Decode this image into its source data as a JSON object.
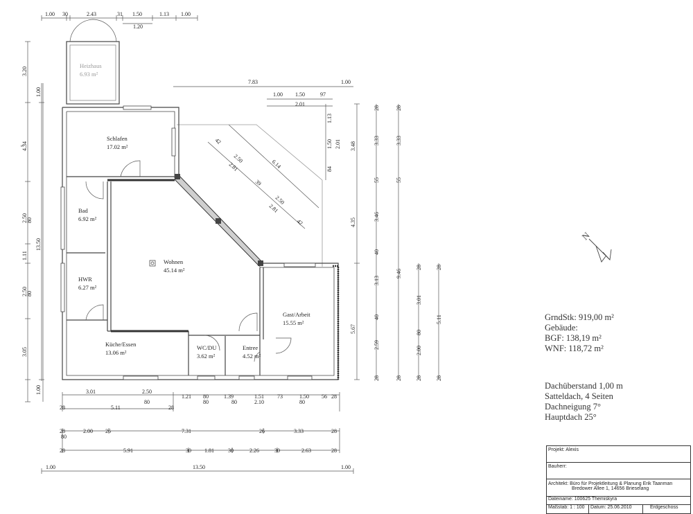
{
  "dims": {
    "top_row": [
      "1.00",
      "30",
      "2.43",
      "31",
      "1.50",
      "1.13",
      "1.00"
    ],
    "top_sub": "1.20",
    "left_outer": [
      "3.20",
      "4.34",
      "2.50",
      "1.11",
      "2.50",
      "3.05",
      "1.00"
    ],
    "left_outer_sup": "5",
    "left_total": "13.50",
    "left_inner": [
      "1.00",
      "80",
      "80"
    ],
    "bottom_row1": [
      "3.01",
      "2.50",
      "1.21",
      "80",
      "1.39",
      "1.51",
      "73",
      "1.50",
      "56"
    ],
    "bottom_row1_sub": [
      "80",
      "80",
      "80",
      "2.10",
      "80",
      "28"
    ],
    "bottom_row2": [
      "28",
      "5.11",
      "28"
    ],
    "bottom_row3": [
      "28",
      "2.00",
      "26",
      "7.31",
      "26",
      "3.33",
      "28",
      "80"
    ],
    "bottom_row4": [
      "28",
      "5.91",
      "30",
      "1.81",
      "30",
      "2.26",
      "30",
      "2.63",
      "28"
    ],
    "bottom_total": [
      "1.00",
      "13.50",
      "1.00"
    ],
    "diag_top": [
      "7.83",
      "1.00",
      "1.00",
      "1.50",
      "97",
      "2.01"
    ],
    "diag_inner": [
      "1.13",
      "1.50",
      "2.01",
      "84"
    ],
    "diag_labels": [
      "6.14",
      "2.50",
      "2.81",
      "2.50",
      "2.81",
      "42",
      "42",
      "39"
    ],
    "right_a": [
      "3.48",
      "4.35",
      "5.67"
    ],
    "right_b": [
      "28",
      "3.33",
      "55",
      "3.46",
      "40",
      "3.13",
      "40",
      "2.59",
      "28"
    ],
    "right_c": [
      "28",
      "3.33",
      "55",
      "9.46",
      "28"
    ],
    "right_d": [
      "28",
      "3.01",
      "80",
      "2.00",
      "28"
    ],
    "right_e": [
      "28",
      "5.11",
      "28"
    ]
  },
  "rooms": {
    "heizhaus": {
      "name": "Heizhaus",
      "area": "6.93 m²"
    },
    "schlafen": {
      "name": "Schlafen",
      "area": "17.02 m²"
    },
    "bad": {
      "name": "Bad",
      "area": "6.92 m²"
    },
    "hwr": {
      "name": "HWR",
      "area": "6.27 m²"
    },
    "wohnen": {
      "name": "Wohnen",
      "area": "45.14 m²"
    },
    "kueche": {
      "name": "Küche/Essen",
      "area": "13.06 m²"
    },
    "wc": {
      "name": "WC/DU",
      "area": "3.62 m²"
    },
    "entree": {
      "name": "Entree",
      "area": "4.52 m²"
    },
    "gast": {
      "name": "Gast/Arbeit",
      "area": "15.55 m²"
    }
  },
  "north": "N",
  "areas": {
    "grundstk": "GrndStk:  919,00 m²",
    "gebaeude": "Gebäude:",
    "bgf": "BGF:      138,19 m²",
    "wnf": "WNF:      118,72 m²"
  },
  "roof": {
    "line1": "Dachüberstand 1,00 m",
    "line2": "Satteldach, 4 Seiten",
    "line3": "Dachneigung 7°",
    "line4": "Hauptdach   25°"
  },
  "title_block": {
    "projekt": "Projekt:    Alexis",
    "bauherr": "Bauherr:",
    "architekt_1": "Architekt:  Büro für Projektleitung & Planung Erik Taanman",
    "architekt_2": "Bredower Allee 1, 14656 Brieselang",
    "dateiname": "Dateiname:  100625 Themiskyra",
    "massstab": "Maßstab:    1 : 100",
    "datum": "Datum:  25.06.2010",
    "geschoss": "Erdgeschoss"
  }
}
